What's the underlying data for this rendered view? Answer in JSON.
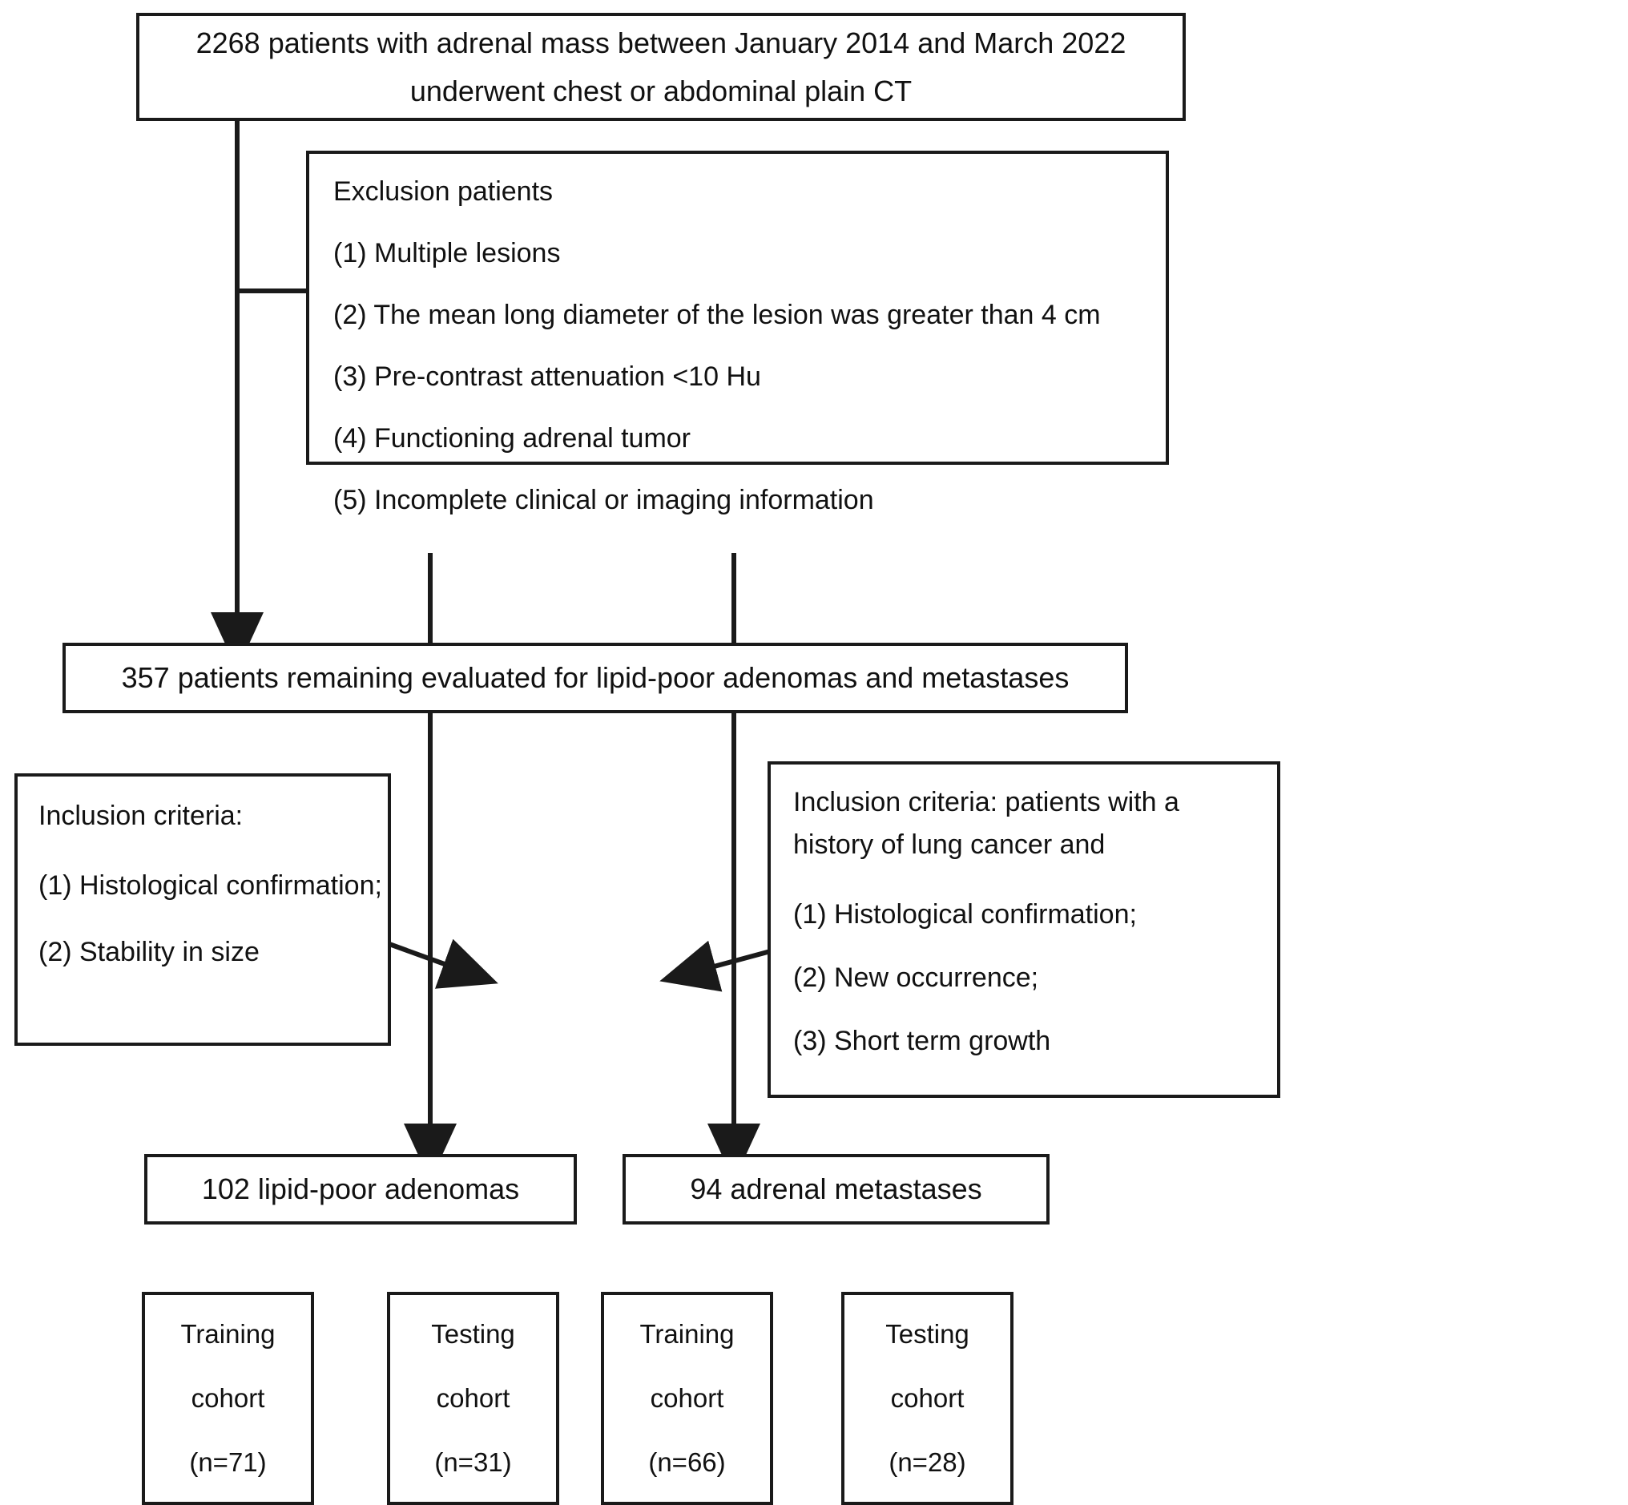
{
  "diagram": {
    "title": "Patient selection flowchart for lipid-poor adenomas and adrenal metastases",
    "type": "flowchart",
    "line_color": "#1a1a1a",
    "background": "#ffffff"
  },
  "nodes": {
    "enrollment": {
      "line1": "2268 patients with adrenal mass between January 2014 and March 2022",
      "line2": "underwent chest or abdominal plain CT"
    },
    "exclusion": {
      "heading": "Exclusion patients",
      "items": [
        "(1) Multiple lesions",
        "(2) The mean long diameter of the lesion was greater than 4 cm",
        "(3) Pre-contrast attenuation <10 Hu",
        "(4) Functioning adrenal tumor",
        "(5) Incomplete clinical or imaging information"
      ]
    },
    "remaining": {
      "text": "357 patients remaining evaluated for lipid-poor adenomas and metastases"
    },
    "inclusion_left": {
      "heading": "Inclusion criteria:",
      "items": [
        "(1) Histological confirmation;",
        "(2) Stability in size"
      ]
    },
    "inclusion_right": {
      "heading_line1": "Inclusion criteria: patients with a",
      "heading_line2": "history of lung cancer and",
      "items": [
        "(1) Histological confirmation;",
        "(2) New occurrence;",
        "(3) Short term growth"
      ]
    },
    "adenomas": {
      "text": "102 lipid-poor adenomas"
    },
    "metastases": {
      "text": "94 adrenal metastases"
    },
    "cohorts": [
      {
        "line1": "Training",
        "line2": "cohort",
        "line3": "(n=71)"
      },
      {
        "line1": "Testing",
        "line2": "cohort",
        "line3": "(n=31)"
      },
      {
        "line1": "Training",
        "line2": "cohort",
        "line3": "(n=66)"
      },
      {
        "line1": "Testing",
        "line2": "cohort",
        "line3": "(n=28)"
      }
    ]
  }
}
